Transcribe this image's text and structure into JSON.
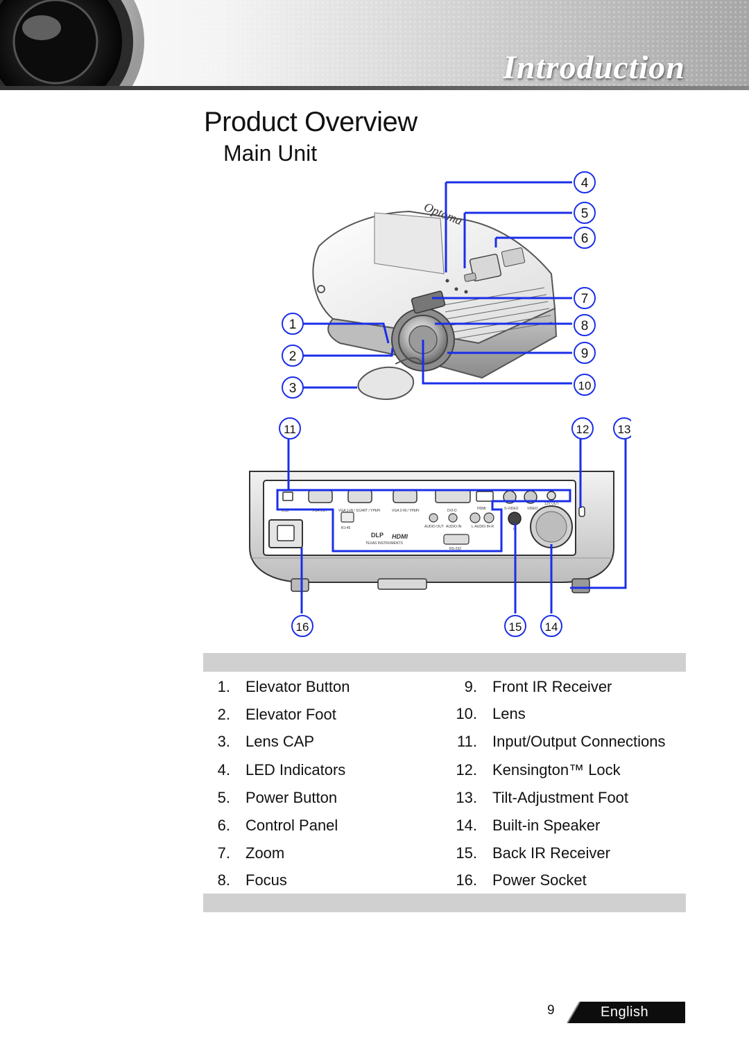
{
  "header": {
    "section_title": "Introduction"
  },
  "heading": "Product Overview",
  "subheading": "Main Unit",
  "diagram": {
    "brand": "Optoma",
    "port_labels": [
      "USB",
      "VGA OUT",
      "VGA 1-IN / SCART / YPbPr",
      "VGA 2-IN / YPbPr",
      "DVI-D",
      "HDMI",
      "S-VIDEO",
      "VIDEO",
      "12V OUT",
      "RJ-45",
      "AUDIO OUT",
      "AUDIO IN",
      "L-AUDIO IN-R",
      "IR",
      "RS-232",
      "DLP",
      "TEXAS INSTRUMENTS",
      "HDMI"
    ],
    "callouts": [
      "1",
      "2",
      "3",
      "4",
      "5",
      "6",
      "7",
      "8",
      "9",
      "10",
      "11",
      "12",
      "13",
      "14",
      "15",
      "16"
    ]
  },
  "parts_left": [
    {
      "num": "1.",
      "label": "Elevator Button"
    },
    {
      "num": "2.",
      "label": "Elevator Foot"
    },
    {
      "num": "3.",
      "label": "Lens CAP"
    },
    {
      "num": "4.",
      "label": "LED Indicators"
    },
    {
      "num": "5.",
      "label": "Power Button"
    },
    {
      "num": "6.",
      "label": "Control Panel"
    },
    {
      "num": "7.",
      "label": "Zoom"
    },
    {
      "num": "8.",
      "label": "Focus"
    }
  ],
  "parts_right": [
    {
      "num": "9.",
      "label": "Front IR Receiver"
    },
    {
      "num": "10.",
      "label": "Lens"
    },
    {
      "num": "11.",
      "label": "Input/Output Connections"
    },
    {
      "num": "12.",
      "label": "Kensington™ Lock"
    },
    {
      "num": "13.",
      "label": "Tilt-Adjustment Foot"
    },
    {
      "num": "14.",
      "label": "Built-in Speaker"
    },
    {
      "num": "15.",
      "label": "Back IR Receiver"
    },
    {
      "num": "16.",
      "label": "Power Socket"
    }
  ],
  "footer": {
    "page_number": "9",
    "language": "English"
  },
  "colors": {
    "callout_blue": "#1a2ee8",
    "bar_gray": "#d0d0d0"
  }
}
